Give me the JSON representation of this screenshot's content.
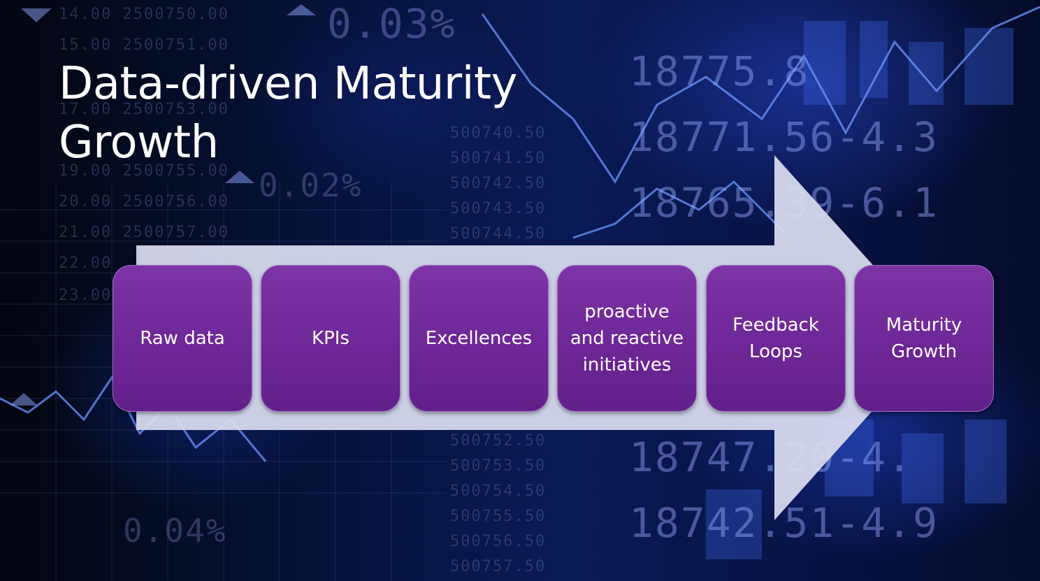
{
  "title": "Data-driven Maturity Growth",
  "steps": [
    {
      "label": "Raw data"
    },
    {
      "label": "KPIs"
    },
    {
      "label": "Excellences"
    },
    {
      "label": "proactive and reactive initiatives"
    },
    {
      "label": "Feedback Loops"
    },
    {
      "label": "Maturity Growth"
    }
  ],
  "background_ticker": {
    "large": [
      "18775.8",
      "18771.56-4.3",
      "18765.39-6.1",
      "18747.20-4.",
      "18742.51-4.9"
    ],
    "left_rows": [
      "14.00 2500750.00",
      "15.00 2500751.00",
      "17.00 2500753.00",
      "19.00 2500755.00",
      "20.00 2500756.00",
      "21.00 2500757.00",
      "22.00",
      "23.00"
    ],
    "percents": [
      "0.03%",
      "0.02%",
      "0.04%"
    ],
    "center_column": [
      "500740.50",
      "500741.50",
      "500742.50",
      "500743.50",
      "500744.50",
      "500752.50",
      "500753.50",
      "500754.50",
      "500755.50",
      "500756.50",
      "500757.50"
    ]
  },
  "colors": {
    "box_fill": "#7030a0",
    "arrow_fill": "#d5d9ee",
    "title_text": "#ffffff",
    "background": "#0a1a55"
  }
}
